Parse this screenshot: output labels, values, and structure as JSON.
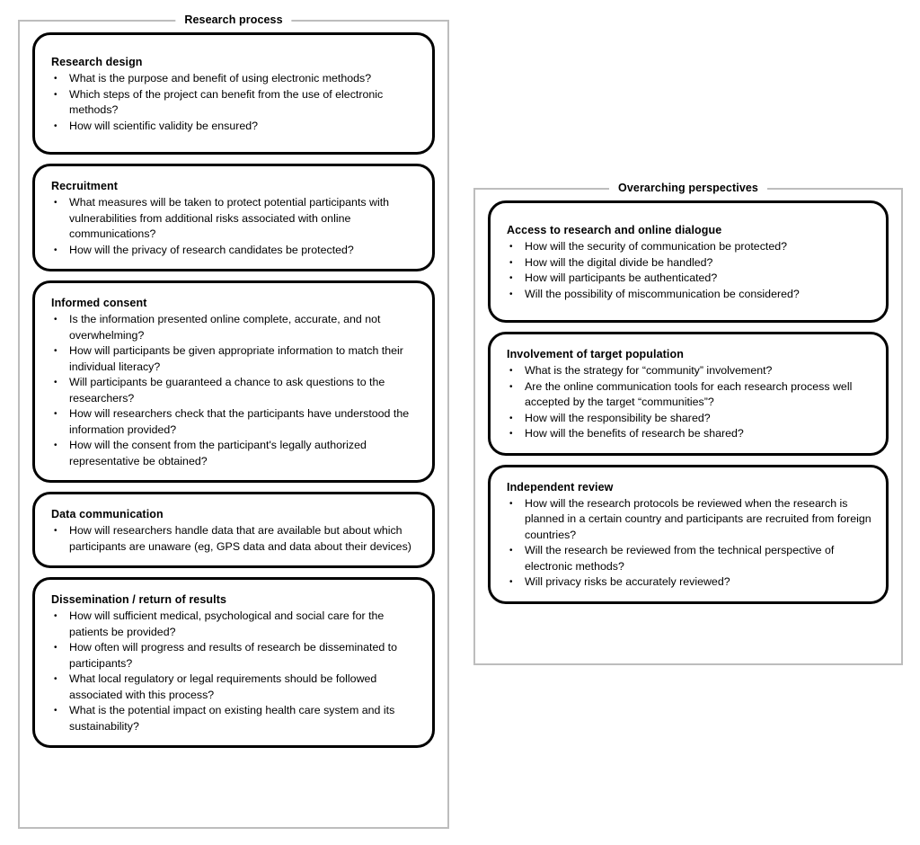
{
  "figure": {
    "bullet_glyph": "•",
    "border_color": "#000000",
    "frame_color": "#bdbdbd",
    "background": "#ffffff"
  },
  "panels": [
    {
      "id": "research-process",
      "title": "Research process",
      "cards": [
        {
          "id": "research-design",
          "title": "Research design",
          "items": [
            "What is the purpose and benefit of using electronic methods?",
            "Which steps of the project can benefit from the use of electronic methods?",
            "How will scientific validity be ensured?"
          ]
        },
        {
          "id": "recruitment",
          "title": "Recruitment",
          "items": [
            "What measures will be taken to protect potential participants with vulnerabilities from additional risks associated with online communications?",
            "How will the privacy of research candidates be protected?"
          ]
        },
        {
          "id": "informed-consent",
          "title": "Informed consent",
          "items": [
            "Is the information presented online complete, accurate, and not overwhelming?",
            "How will participants be given appropriate information to match their individual literacy?",
            "Will participants be guaranteed a chance to ask questions to the researchers?",
            "How will researchers check that the participants have understood the information provided?",
            "How will the consent from the participant's legally authorized representative be obtained?"
          ]
        },
        {
          "id": "data-communication",
          "title": "Data communication",
          "items": [
            "How will researchers handle data that are available but about which participants are unaware (eg, GPS data and data about their devices)"
          ]
        },
        {
          "id": "dissemination-return-of-results",
          "title": "Dissemination / return of results",
          "items": [
            "How will sufficient medical, psychological and social care for the patients be provided?",
            "How often will progress and results of research be disseminated to participants?",
            "What local regulatory or legal requirements should be followed associated with this process?",
            "What is the potential impact on existing health care system and its sustainability?"
          ]
        }
      ]
    },
    {
      "id": "overarching-perspectives",
      "title": "Overarching perspectives",
      "cards": [
        {
          "id": "access-to-research-and-online-dialogue",
          "title": "Access to research and online dialogue",
          "items": [
            "How will the security of communication be protected?",
            "How will the digital divide be handled?",
            "How will participants be authenticated?",
            "Will the possibility of miscommunication be considered?"
          ]
        },
        {
          "id": "involvement-of-target-population",
          "title": "Involvement of target population",
          "items": [
            "What is the strategy for “community” involvement?",
            "Are the online communication tools for each research process well accepted by the target “communities”?",
            "How will the responsibility be shared?",
            "How will the benefits of research be shared?"
          ]
        },
        {
          "id": "independent-review",
          "title": "Independent review",
          "items": [
            "How will the research protocols be reviewed when the research is planned in a certain country and participants are recruited from foreign countries?",
            "Will the research be reviewed from the technical perspective of electronic methods?",
            "Will privacy risks be accurately reviewed?"
          ]
        }
      ]
    }
  ]
}
